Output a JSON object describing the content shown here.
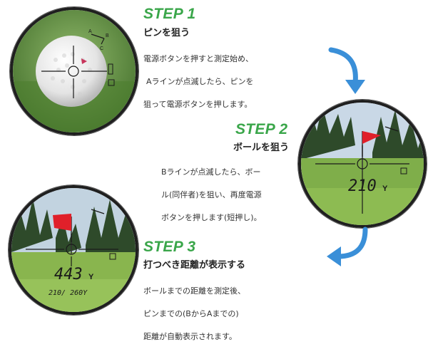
{
  "steps": [
    {
      "title": "STEP 1",
      "subtitle": "ピンを狙う",
      "description": [
        "電源ボタンを押すと測定始め、",
        "Aラインが点滅したら、ピンを",
        "狙って電源ボタンを押します。"
      ]
    },
    {
      "title": "STEP 2",
      "subtitle": "ボールを狙う",
      "description": [
        "Bラインが点滅したら、ボー",
        "ル(同伴者)を狙い、再度電源",
        "ボタンを押します(短押し)。"
      ]
    },
    {
      "title": "STEP 3",
      "subtitle": "打つべき距離が表示する",
      "description": [
        "ボールまでの距離を測定後、",
        "ピンまでの(BからAまでの)",
        "距離が自動表示されます。"
      ]
    }
  ],
  "scope_readouts": {
    "step1": {
      "angle_labels": [
        "A",
        "B",
        "C"
      ]
    },
    "step2": {
      "distance": "210",
      "unit": "Y"
    },
    "step3": {
      "distance": "443",
      "unit": "Y",
      "sub_readout": "210/ 260Y"
    }
  },
  "colors": {
    "accent_green": "#3aa64a",
    "arrow_blue": "#3a8fd8",
    "flag_red": "#e0202a",
    "reticle": "#1a1a1a"
  }
}
